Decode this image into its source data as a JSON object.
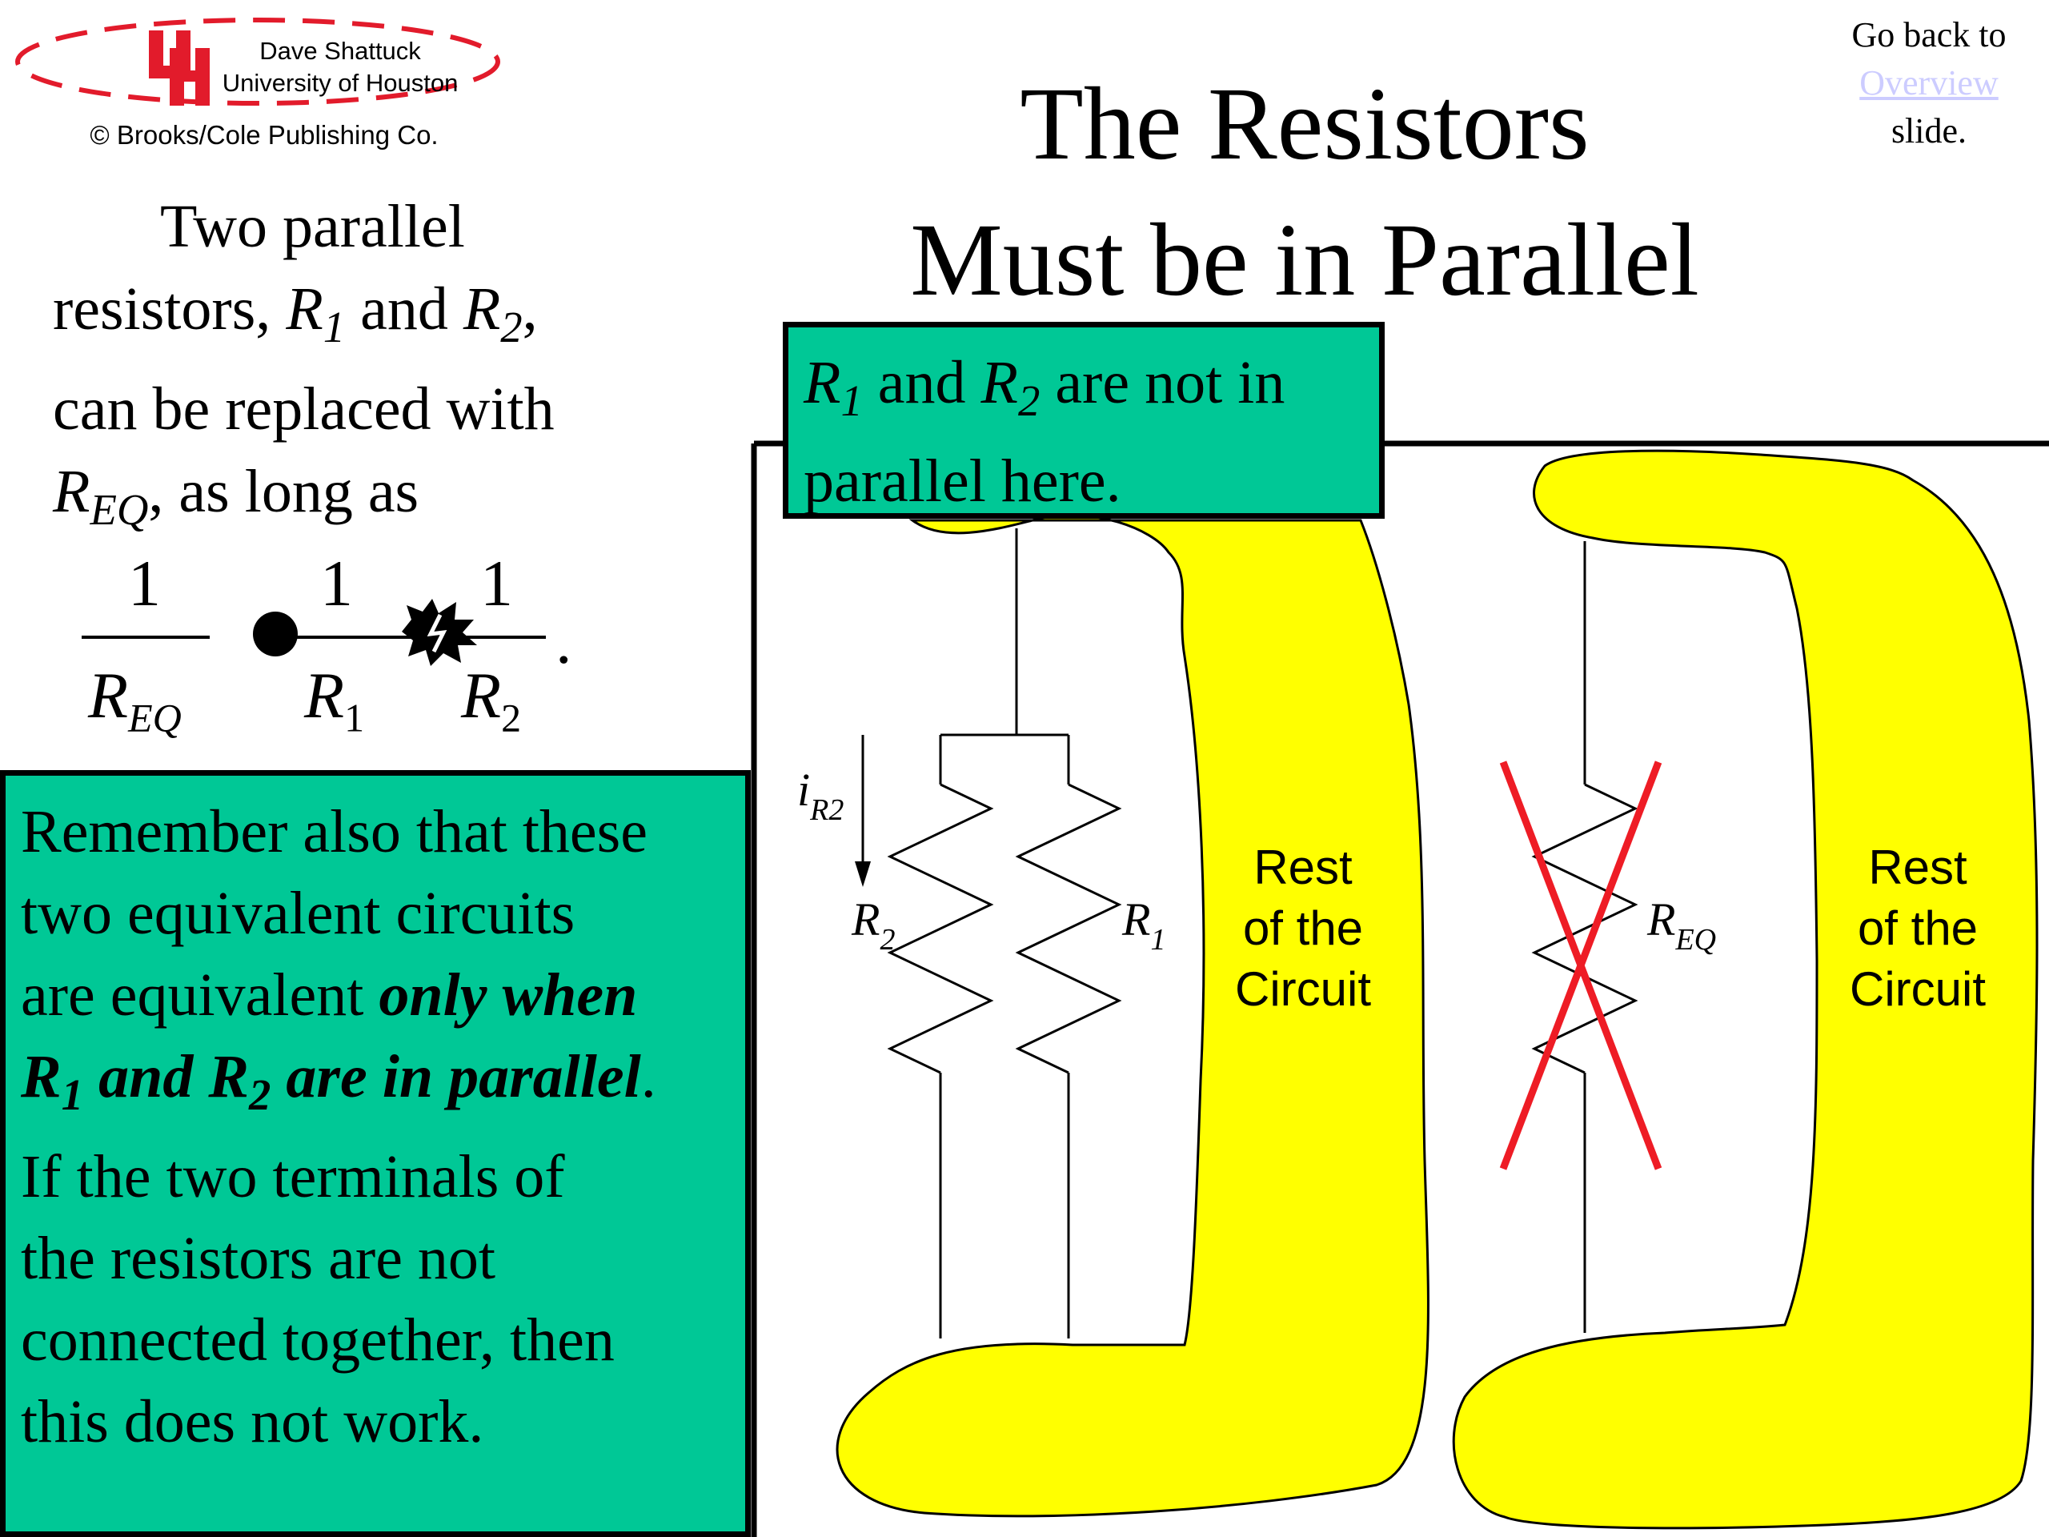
{
  "header": {
    "author_name": "Dave Shattuck",
    "author_affiliation": "University of Houston",
    "copyright": "© Brooks/Cole Publishing Co."
  },
  "nav": {
    "prefix": "Go back to",
    "link_label": "Overview",
    "suffix": "slide."
  },
  "title": {
    "line1": "The Resistors",
    "line2": "Must be in Parallel"
  },
  "intro": {
    "t1": "Two parallel",
    "t2": "resistors, ",
    "r": "R",
    "s1": "1",
    "t3": " and ",
    "s2": "2",
    "t4": ",",
    "t5": "can be replaced with",
    "seq": "EQ",
    "t6": ", as long as"
  },
  "equation": {
    "one": "1",
    "r": "R",
    "eq_sub": "EQ",
    "sub1": "1",
    "sub2": "2",
    "end": "."
  },
  "note": {
    "r": "R",
    "s1": "1",
    "t1": " and ",
    "s2": "2",
    "t2": " are not in",
    "t3": "parallel here."
  },
  "remember": {
    "l1": "Remember also that these",
    "l2": "two equivalent circuits",
    "l3a": "are equivalent ",
    "l3b": "only when",
    "l4r": "R",
    "l4s1": "1",
    "l4t": " and R",
    "l4s2": "2",
    "l4u": " are in parallel",
    "l4end": ".",
    "l5": "If the two terminals of",
    "l6": "the resistors are not",
    "l7": "connected together, then",
    "l8": "this does not work."
  },
  "diagram": {
    "current_i": "i",
    "current_sub": "R2",
    "label_r": "R",
    "label_r2_sub": "2",
    "label_r1_sub": "1",
    "label_req_sub": "EQ",
    "rest_l1": "Rest",
    "rest_l2": "of the",
    "rest_l3": "Circuit"
  },
  "colors": {
    "green_box": "#00c896",
    "yellow_blob": "#ffff00",
    "logo_red": "#e21b2b",
    "cross_red": "#ee1c25",
    "link": "#ccccff"
  }
}
